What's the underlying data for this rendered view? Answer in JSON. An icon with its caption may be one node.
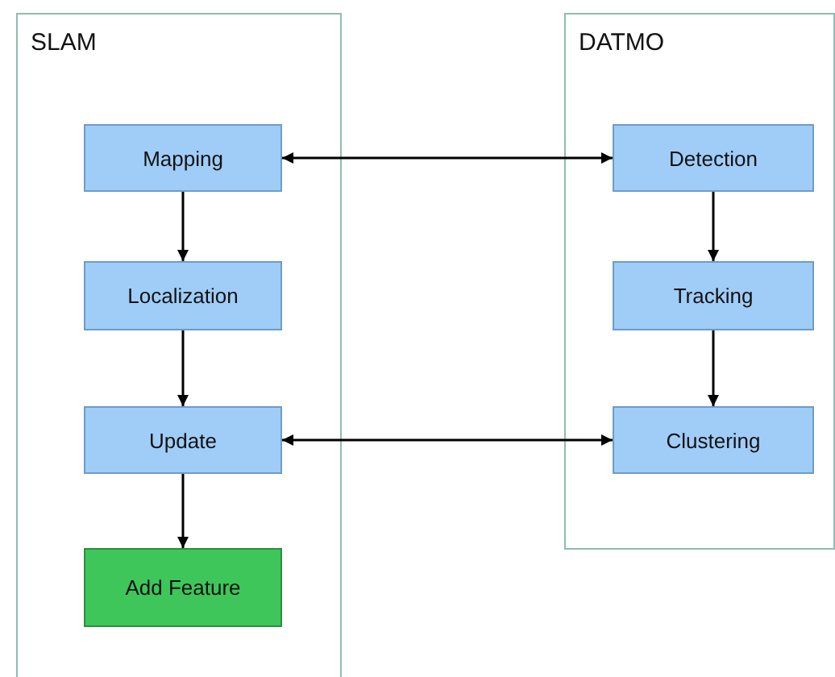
{
  "diagram": {
    "nodes": [
      {
        "text": [
          "SLAM"
        ]
      },
      {
        "text": [
          "Mapping"
        ],
        "in": 0
      },
      {
        "text": [
          "Localization"
        ],
        "in": 0
      },
      {
        "text": [
          "Update"
        ],
        "in": 0
      },
      {
        "text": [
          "Add Feature"
        ],
        "in": 0
      },
      {
        "text": [
          "DATMO"
        ]
      },
      {
        "text": [
          "Detection"
        ],
        "in": 5
      },
      {
        "text": [
          "Tracking"
        ],
        "in": 5
      },
      {
        "text": [
          "Clustering"
        ],
        "in": 5
      }
    ],
    "edges": [
      {
        "from": 1,
        "to": 6,
        "arrow": "both"
      },
      {
        "from": 1,
        "to": 2,
        "arrow": "to"
      },
      {
        "from": 2,
        "to": 3,
        "arrow": "to"
      },
      {
        "from": 3,
        "to": 4,
        "arrow": "to"
      },
      {
        "from": 6,
        "to": 7,
        "arrow": "to"
      },
      {
        "from": 7,
        "to": 8,
        "arrow": "to"
      },
      {
        "from": 3,
        "to": 8,
        "arrow": "both"
      }
    ]
  }
}
